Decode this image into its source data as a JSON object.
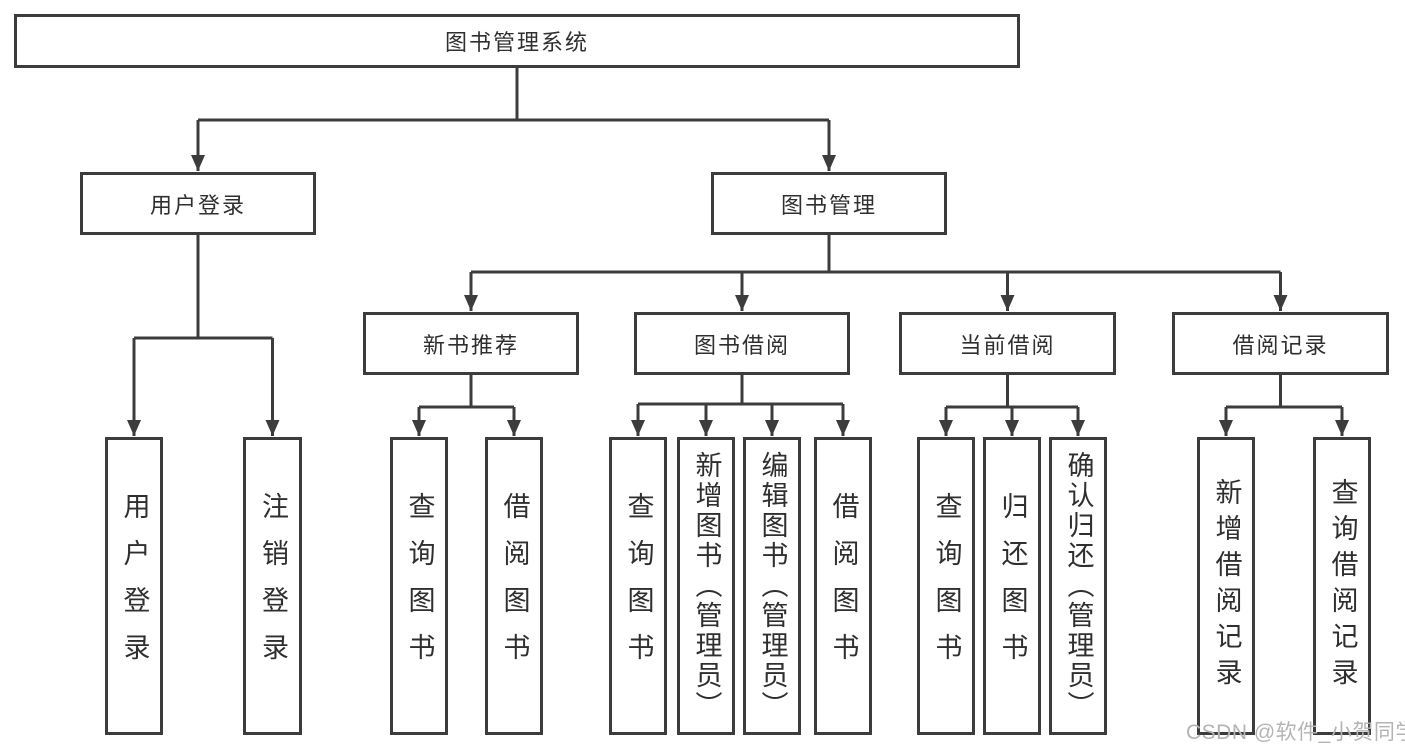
{
  "diagram": {
    "root": "图书管理系统",
    "level2": [
      "用户登录",
      "图书管理"
    ],
    "level3": [
      "新书推荐",
      "图书借阅",
      "当前借阅",
      "借阅记录"
    ],
    "leaves": {
      "user_login": [
        "用户登录",
        "注销登录"
      ],
      "new_book_recommend": [
        "查询图书",
        "借阅图书"
      ],
      "book_borrow": [
        "查询图书",
        "新增图书（管理员）",
        "编辑图书（管理员）",
        "借阅图书"
      ],
      "current_borrow": [
        "查询图书",
        "归还图书",
        "确认归还（管理员）"
      ],
      "borrow_record": [
        "新增借阅记录",
        "查询借阅记录"
      ]
    }
  },
  "watermark": "CSDN @软件_小贺同学",
  "colors": {
    "line": "#3c3c3c",
    "text": "#2f2f2f",
    "watermark": "#b4b4b4",
    "background": "#ffffff"
  }
}
